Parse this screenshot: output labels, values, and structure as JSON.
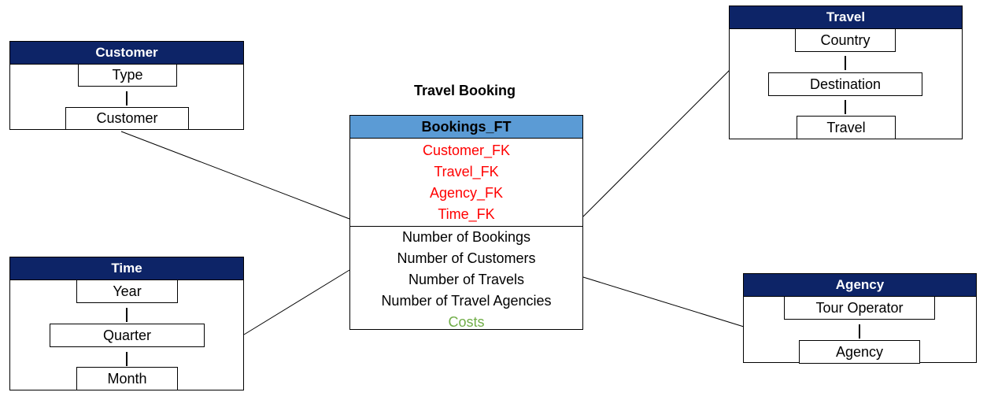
{
  "diagram_title": "Travel Booking",
  "colors": {
    "dimension_header": "#0d2467",
    "fact_header": "#5b9bd5",
    "foreign_key": "#ff0000",
    "costs_measure": "#70ad47"
  },
  "fact_table": {
    "name": "Bookings_FT",
    "foreign_keys": [
      "Customer_FK",
      "Travel_FK",
      "Agency_FK",
      "Time_FK"
    ],
    "measures": [
      "Number of Bookings",
      "Number of Customers",
      "Number of Travels",
      "Number of Travel Agencies",
      "Costs"
    ]
  },
  "dimensions": {
    "customer": {
      "name": "Customer",
      "levels": [
        "Type",
        "Customer"
      ]
    },
    "time": {
      "name": "Time",
      "levels": [
        "Year",
        "Quarter",
        "Month"
      ]
    },
    "travel": {
      "name": "Travel",
      "levels": [
        "Country",
        "Destination",
        "Travel"
      ]
    },
    "agency": {
      "name": "Agency",
      "levels": [
        "Tour Operator",
        "Agency"
      ]
    }
  }
}
